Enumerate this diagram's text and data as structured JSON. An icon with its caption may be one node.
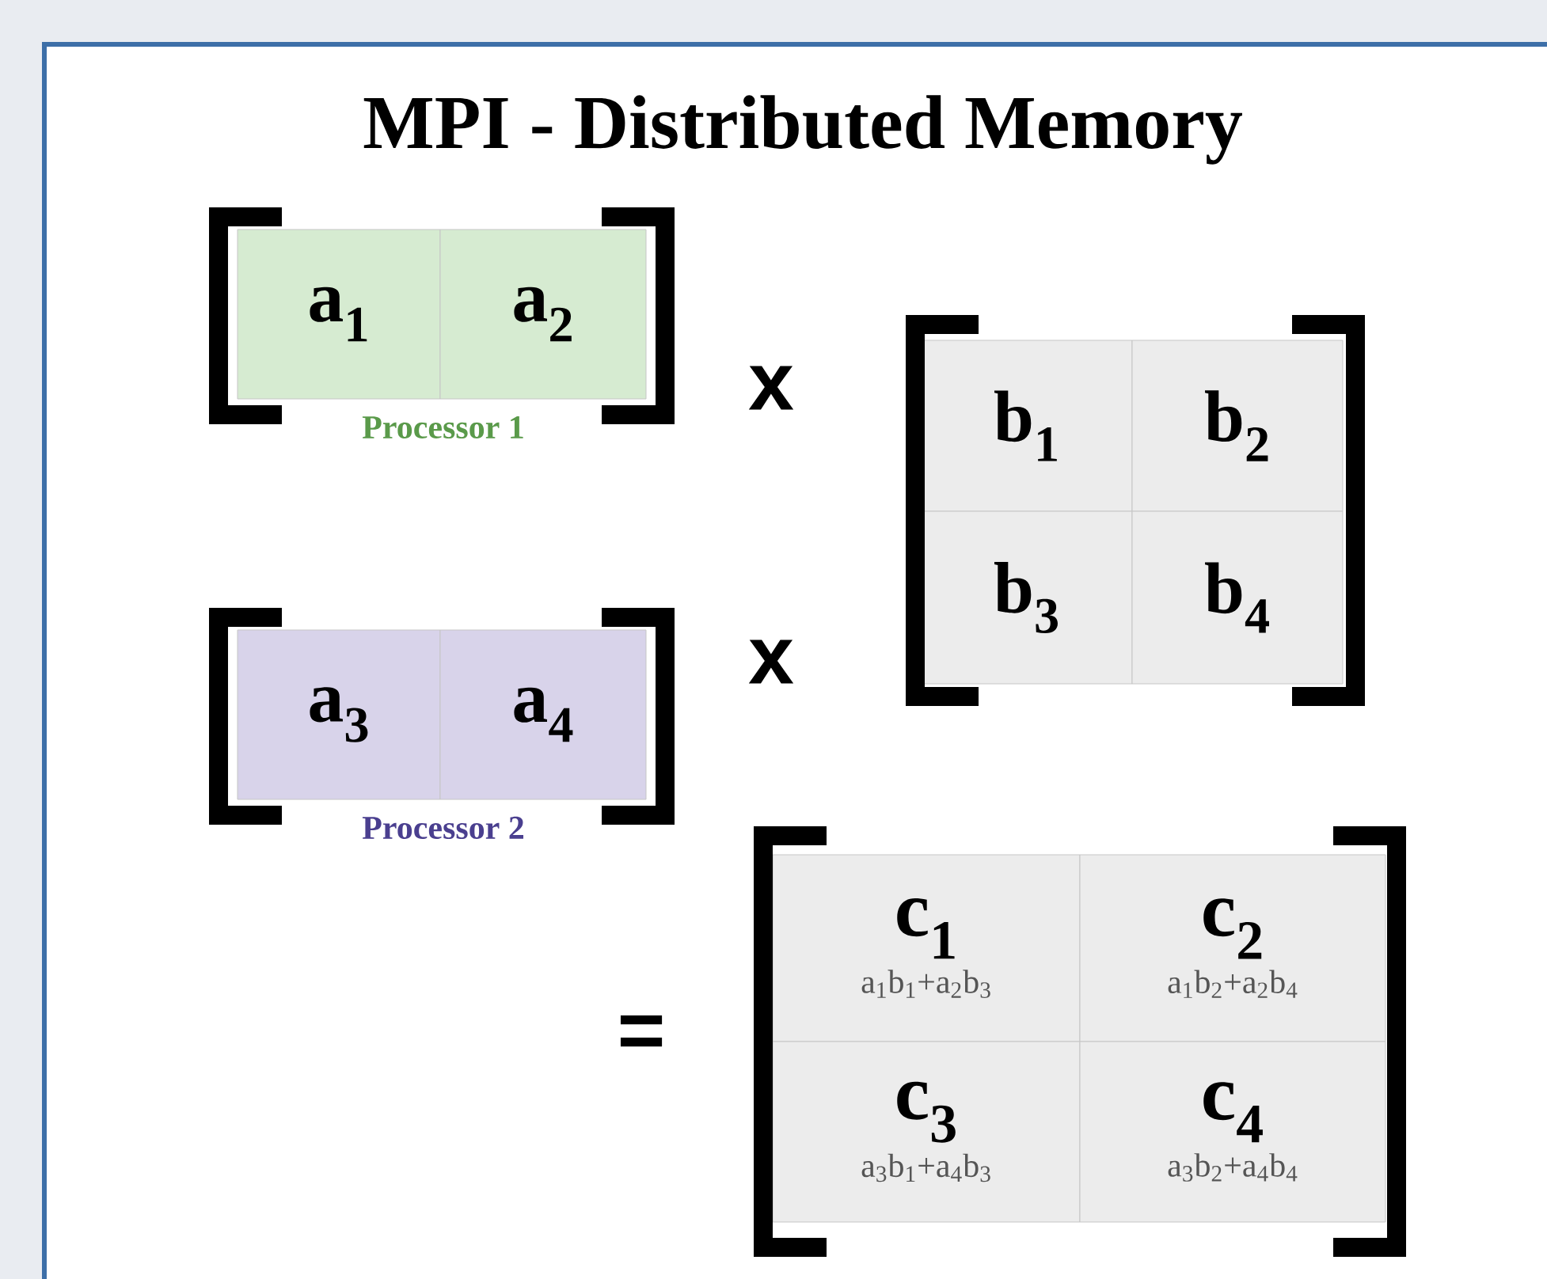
{
  "diagram": {
    "title": "MPI - Distributed Memory",
    "nodes": [
      {
        "text": [
          "a$_{1}$"
        ]
      },
      {
        "text": [
          "a$_{2}$"
        ]
      },
      {
        "text": [
          "a$_{3}$"
        ]
      },
      {
        "text": [
          "a$_{4}$"
        ]
      },
      {
        "text": [
          "b$_{1}$"
        ]
      },
      {
        "text": [
          "b$_{2}$"
        ]
      },
      {
        "text": [
          "b$_{3}$"
        ]
      },
      {
        "text": [
          "b$_{4}$"
        ]
      },
      {
        "text": [
          "c$_{1}$",
          "a$_{1}$b$_{1}$+a$_{2}$b$_{3}$"
        ]
      },
      {
        "text": [
          "c$_{2}$",
          "a$_{1}$b$_{2}$+a$_{2}$b$_{4}$"
        ]
      },
      {
        "text": [
          "c$_{3}$",
          "a$_{3}$b$_{1}$+a$_{4}$b$_{3}$"
        ]
      },
      {
        "text": [
          "c$_{4}$",
          "a$_{3}$b$_{2}$+a$_{4}$b$_{4}$"
        ]
      }
    ],
    "labels": [
      "Processor 1",
      "x",
      "Processor 2",
      "x",
      "="
    ]
  }
}
